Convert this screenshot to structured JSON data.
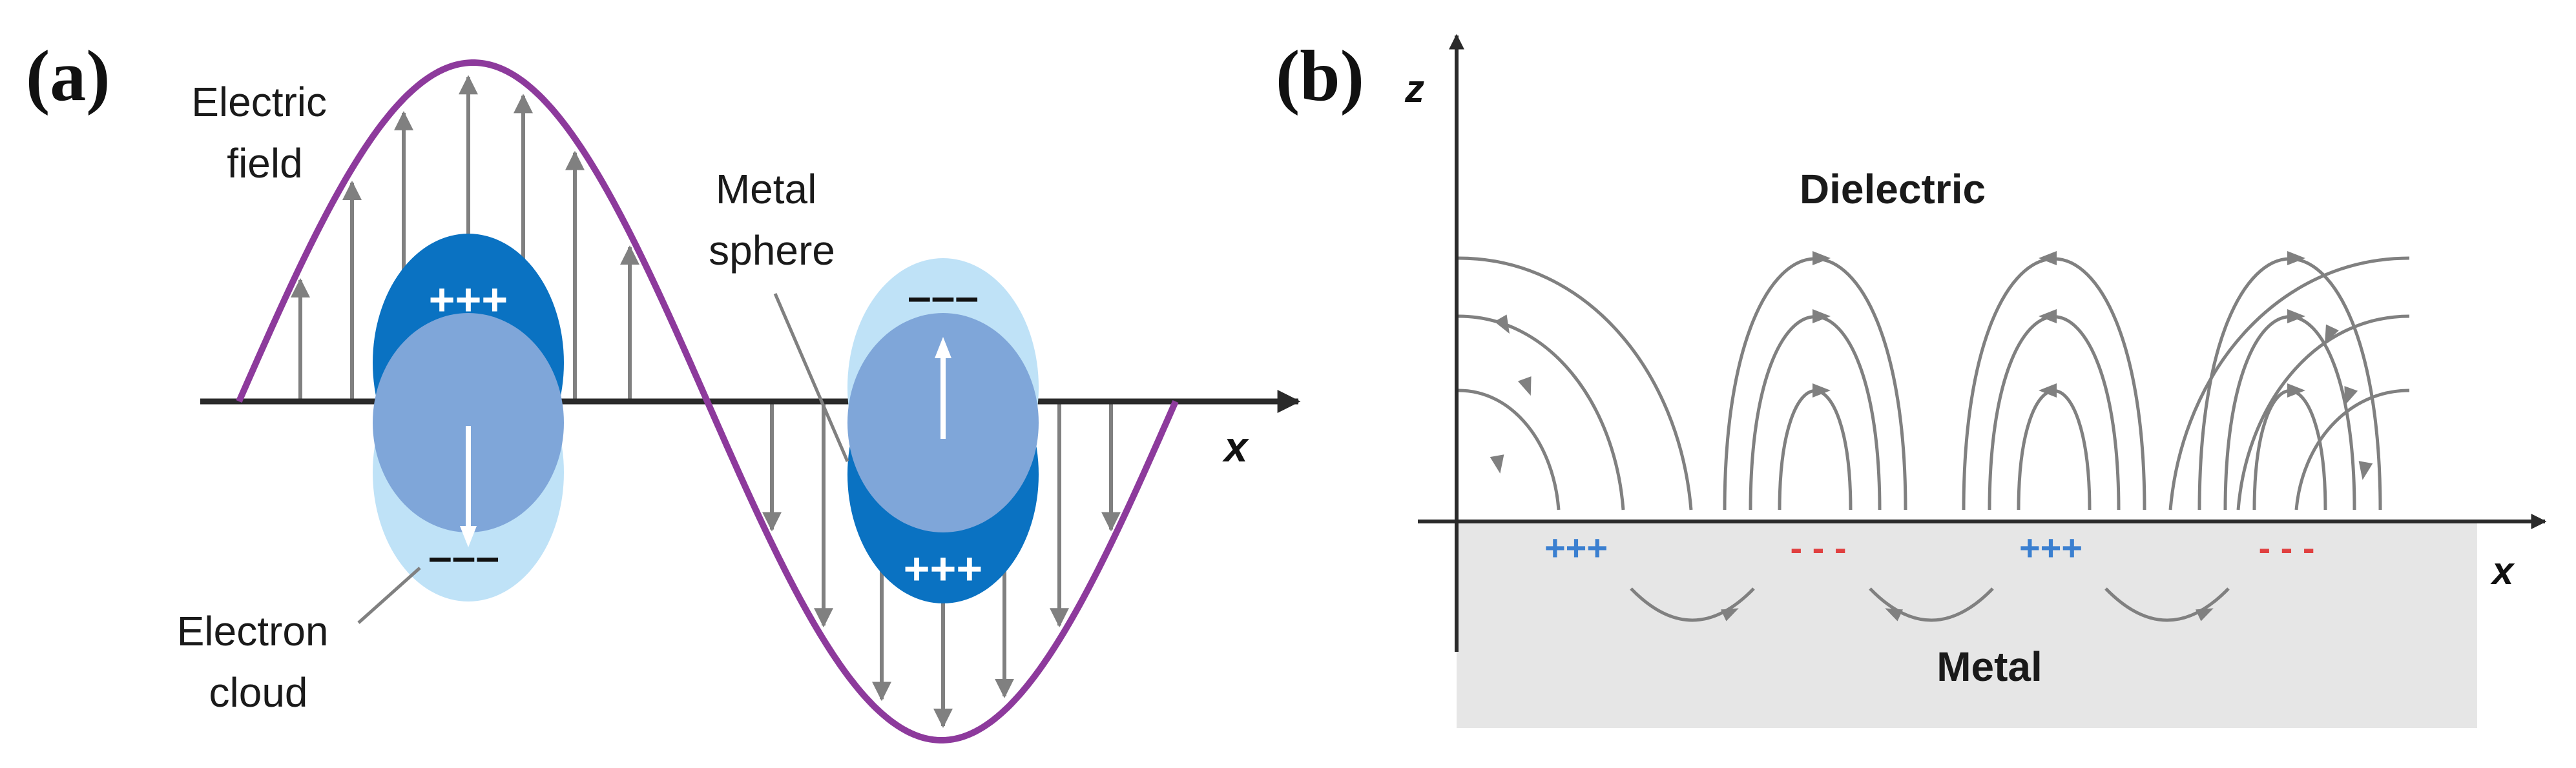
{
  "panel_a": {
    "label": "(a)",
    "electric_field_label": [
      "Electric",
      "field"
    ],
    "metal_sphere_label": [
      "Metal",
      "sphere"
    ],
    "electron_cloud_label": [
      "Electron",
      "cloud"
    ],
    "x_axis_label": "x",
    "sphere_left_positive": "+++",
    "sphere_left_negative": "–––",
    "sphere_right_negative": "–––",
    "sphere_right_positive": "+++"
  },
  "panel_b": {
    "label": "(b)",
    "z_axis_label": "z",
    "x_axis_label": "x",
    "dielectric_label": "Dielectric",
    "metal_label": "Metal",
    "charges": [
      "+++",
      "- - -",
      "+++",
      "- - -"
    ]
  },
  "colors": {
    "wave": "#8d3a9c",
    "axis": "#2a2a2a",
    "field_arrow": "#808080",
    "sphere_core": "#7fa6d9",
    "sphere_dark": "#0a72c2",
    "sphere_light": "#bfe2f7",
    "positive_charge": "#3a7fd0",
    "negative_charge": "#e04040",
    "metal_fill": "#e6e6e6"
  }
}
